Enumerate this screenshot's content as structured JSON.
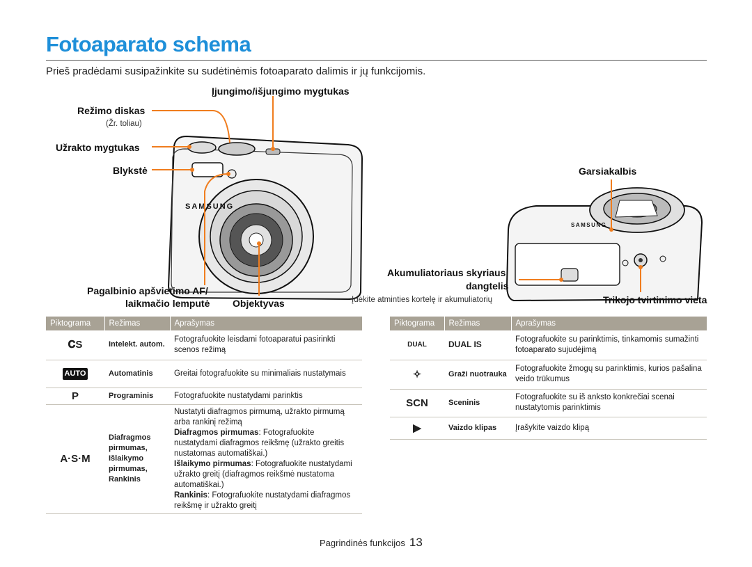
{
  "page": {
    "title": "Fotoaparato schema",
    "intro": "Prieš pradėdami susipažinkite su sudėtinėmis fotoaparato dalimis ir jų funkcijomis."
  },
  "labels": {
    "power_button": "Įjungimo/išjungimo mygtukas",
    "mode_dial": "Režimo diskas",
    "mode_dial_note": "(Žr. toliau)",
    "shutter_button": "Užrakto mygtukas",
    "flash": "Blykstė",
    "af_lamp_line1": "Pagalbinio apšvietimo AF/",
    "af_lamp_line2": "laikmačio lemputė",
    "lens": "Objektyvas",
    "speaker": "Garsiakalbis",
    "battery_line1": "Akumuliatoriaus skyriaus",
    "battery_line2": "dangtelis",
    "battery_note": "Įdėkite atminties kortelę ir akumuliatorių",
    "tripod": "Trikojo tvirtinimo vieta",
    "brand": "SAMSUNG"
  },
  "table_left": {
    "headers": [
      "Piktograma",
      "Režimas",
      "Aprašymas"
    ],
    "rows": [
      {
        "icon": "smart-auto-icon",
        "icon_text": "𝐂S",
        "mode": "Intelekt. autom.",
        "desc": "Fotografuokite leisdami fotoaparatui pasirinkti scenos režimą"
      },
      {
        "icon": "auto-icon",
        "icon_text": "AUTO",
        "mode": "Automatinis",
        "desc": "Greitai fotografuokite su minimaliais nustatymais"
      },
      {
        "icon": "program-icon",
        "icon_text": "P",
        "mode": "Programinis",
        "desc": "Fotografuokite nustatydami parinktis"
      },
      {
        "icon": "asm-icon",
        "icon_text": "A·S·M",
        "mode": "Diafragmos pirmumas, Išlaikymo pirmumas, Rankinis",
        "desc_intro": "Nustatyti diafragmos pirmumą, užrakto pirmumą arba rankinį režimą",
        "desc_a_title": "Diafragmos pirmumas",
        "desc_a": ": Fotografuokite nustatydami diafragmos reikšmę (užrakto greitis nustatomas automatiškai.)",
        "desc_s_title": "Išlaikymo pirmumas",
        "desc_s": ": Fotografuokite nustatydami užrakto greitį (diafragmos reikšmė nustatoma automatiškai.)",
        "desc_m_title": "Rankinis",
        "desc_m": ": Fotografuokite nustatydami diafragmos reikšmę ir užrakto greitį"
      }
    ]
  },
  "table_right": {
    "headers": [
      "Piktograma",
      "Režimas",
      "Aprašymas"
    ],
    "rows": [
      {
        "icon": "dual-is-icon",
        "icon_text": "DUAL",
        "mode": "DUAL IS",
        "desc": "Fotografuokite su parinktimis, tinkamomis sumažinti fotoaparato sujudėjimą"
      },
      {
        "icon": "beauty-shot-icon",
        "icon_text": "✧",
        "mode": "Graži nuotrauka",
        "desc": "Fotografuokite žmogų su parinktimis, kurios pašalina veido trūkumus"
      },
      {
        "icon": "scene-icon",
        "icon_text": "SCN",
        "mode": "Sceninis",
        "desc": "Fotografuokite su iš anksto konkrečiai scenai nustatytomis parinktimis"
      },
      {
        "icon": "movie-icon",
        "icon_text": "▶",
        "mode": "Vaizdo klipas",
        "desc": "Įrašykite vaizdo klipą"
      }
    ]
  },
  "footer": {
    "section": "Pagrindinės funkcijos",
    "page_number": "13"
  },
  "colors": {
    "title": "#1e8fd9",
    "callout": "#f07d1e",
    "table_header": "#a8a295"
  }
}
